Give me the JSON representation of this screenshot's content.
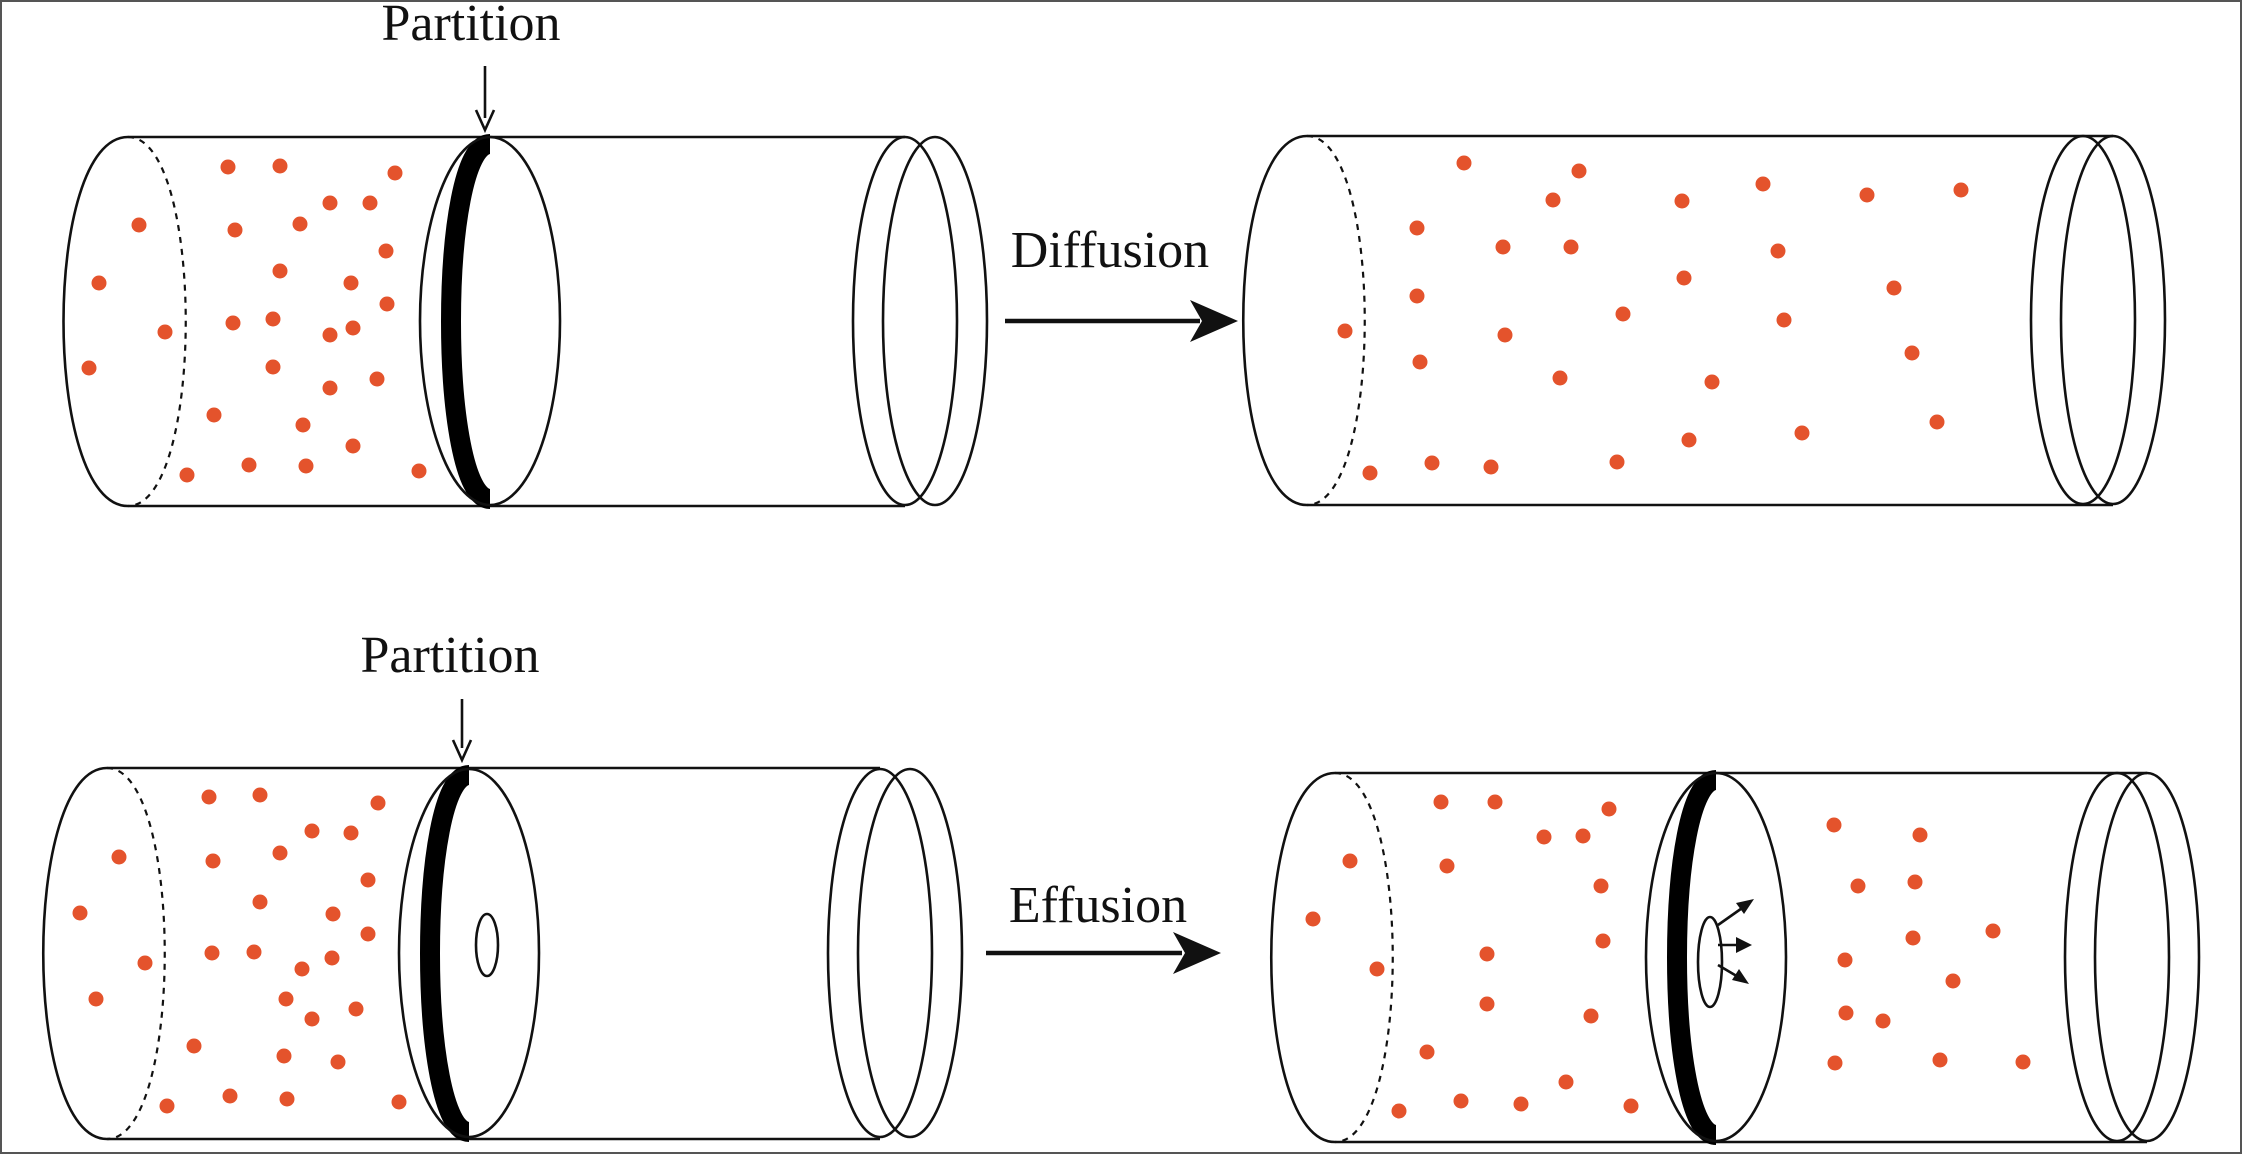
{
  "labels": {
    "partition_top": "Partition",
    "diffusion": "Diffusion",
    "partition_bottom": "Partition",
    "effusion": "Effusion"
  },
  "colors": {
    "particle": "#e4532c",
    "line": "#111111",
    "partition": "#000000",
    "background": "#ffffff"
  }
}
